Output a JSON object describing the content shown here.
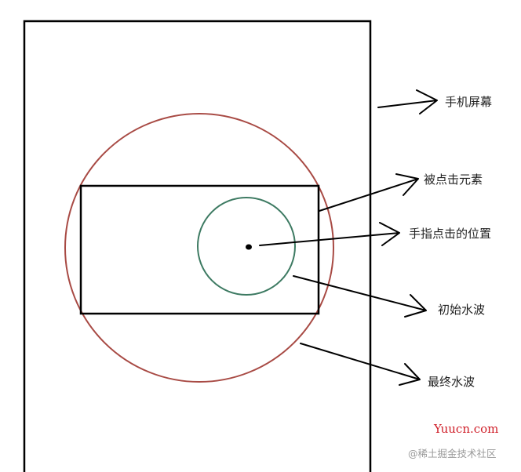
{
  "diagram": {
    "colors": {
      "phone_border": "#000000",
      "element_border": "#000000",
      "initial_ripple": "#3d7a62",
      "final_ripple": "#a84a44",
      "touch_point": "#000000",
      "arrows": "#000000"
    },
    "labels": {
      "phone_screen": "手机屏幕",
      "clicked_element": "被点击元素",
      "finger_position": "手指点击的位置",
      "initial_ripple": "初始水波",
      "final_ripple": "最终水波"
    }
  },
  "watermark": {
    "brand": "Yuucn.com",
    "credit": "@稀土掘金技术社区"
  }
}
